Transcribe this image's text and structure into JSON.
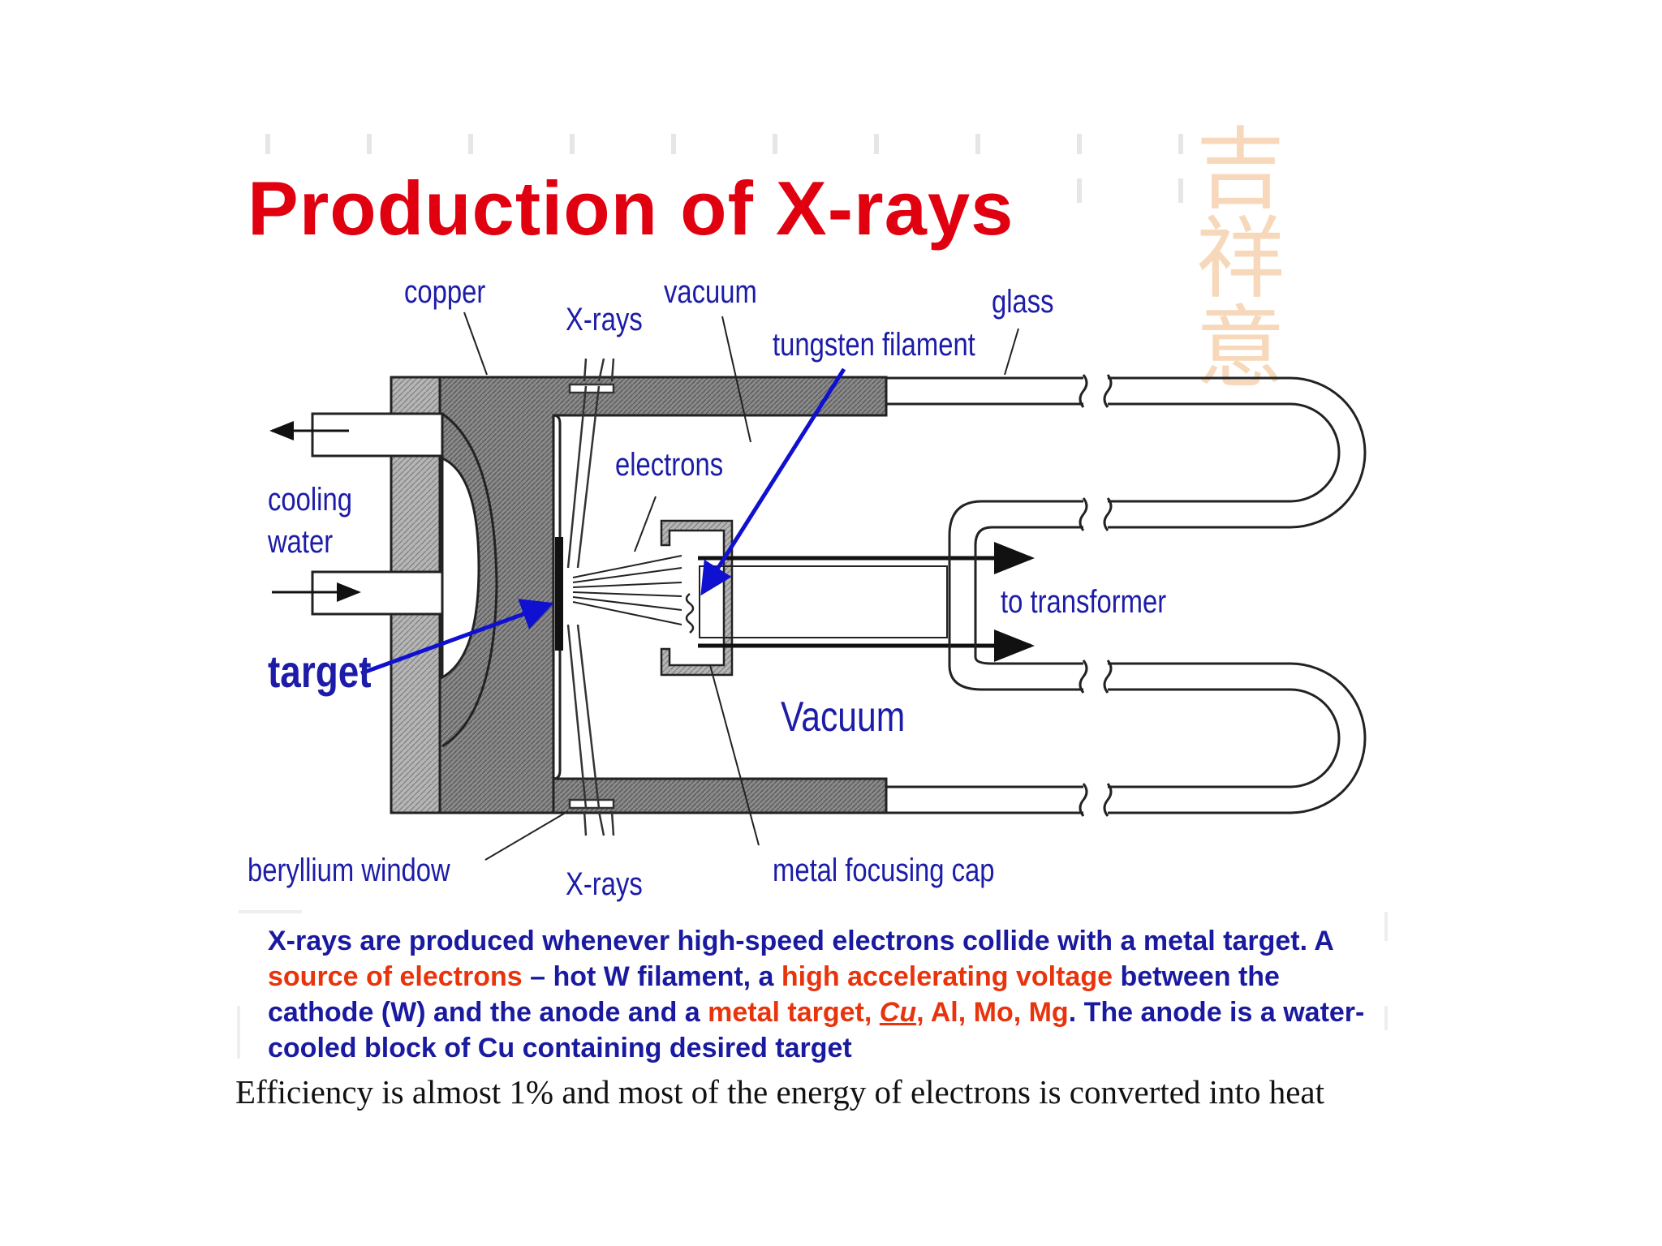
{
  "title": "Production of X-rays",
  "labels": {
    "copper": "copper",
    "xrays_top": "X-rays",
    "vacuum_lower": "vacuum",
    "glass": "glass",
    "tungsten_filament": "tungsten filament",
    "electrons": "electrons",
    "cooling_water": "cooling\nwater",
    "target": "target",
    "to_transformer": "to transformer",
    "vacuum_upper": "Vacuum",
    "beryllium_window": "beryllium window",
    "xrays_bottom": "X-rays",
    "metal_focusing_cap": "metal focusing cap"
  },
  "description": {
    "p1": "X-rays are produced whenever high-speed electrons collide with a metal target.  A ",
    "h1": "source of electrons",
    "p2": " – hot W filament, a ",
    "h2": "high accelerating voltage",
    "p3": " between the cathode (W) and the anode and a ",
    "h3": "metal target, ",
    "h3u": "Cu",
    "h3b": ", Al, Mo, Mg",
    "p4": ".  The anode is a water-cooled block of Cu containing desired target"
  },
  "efficiency": "Efficiency is almost 1% and most of the energy of electrons is converted into heat",
  "colors": {
    "title": "#e0000f",
    "label": "#1c1ca8",
    "highlight": "#e8340c",
    "seal": "#f6d2b0"
  },
  "watermark_text": "吉祥意"
}
